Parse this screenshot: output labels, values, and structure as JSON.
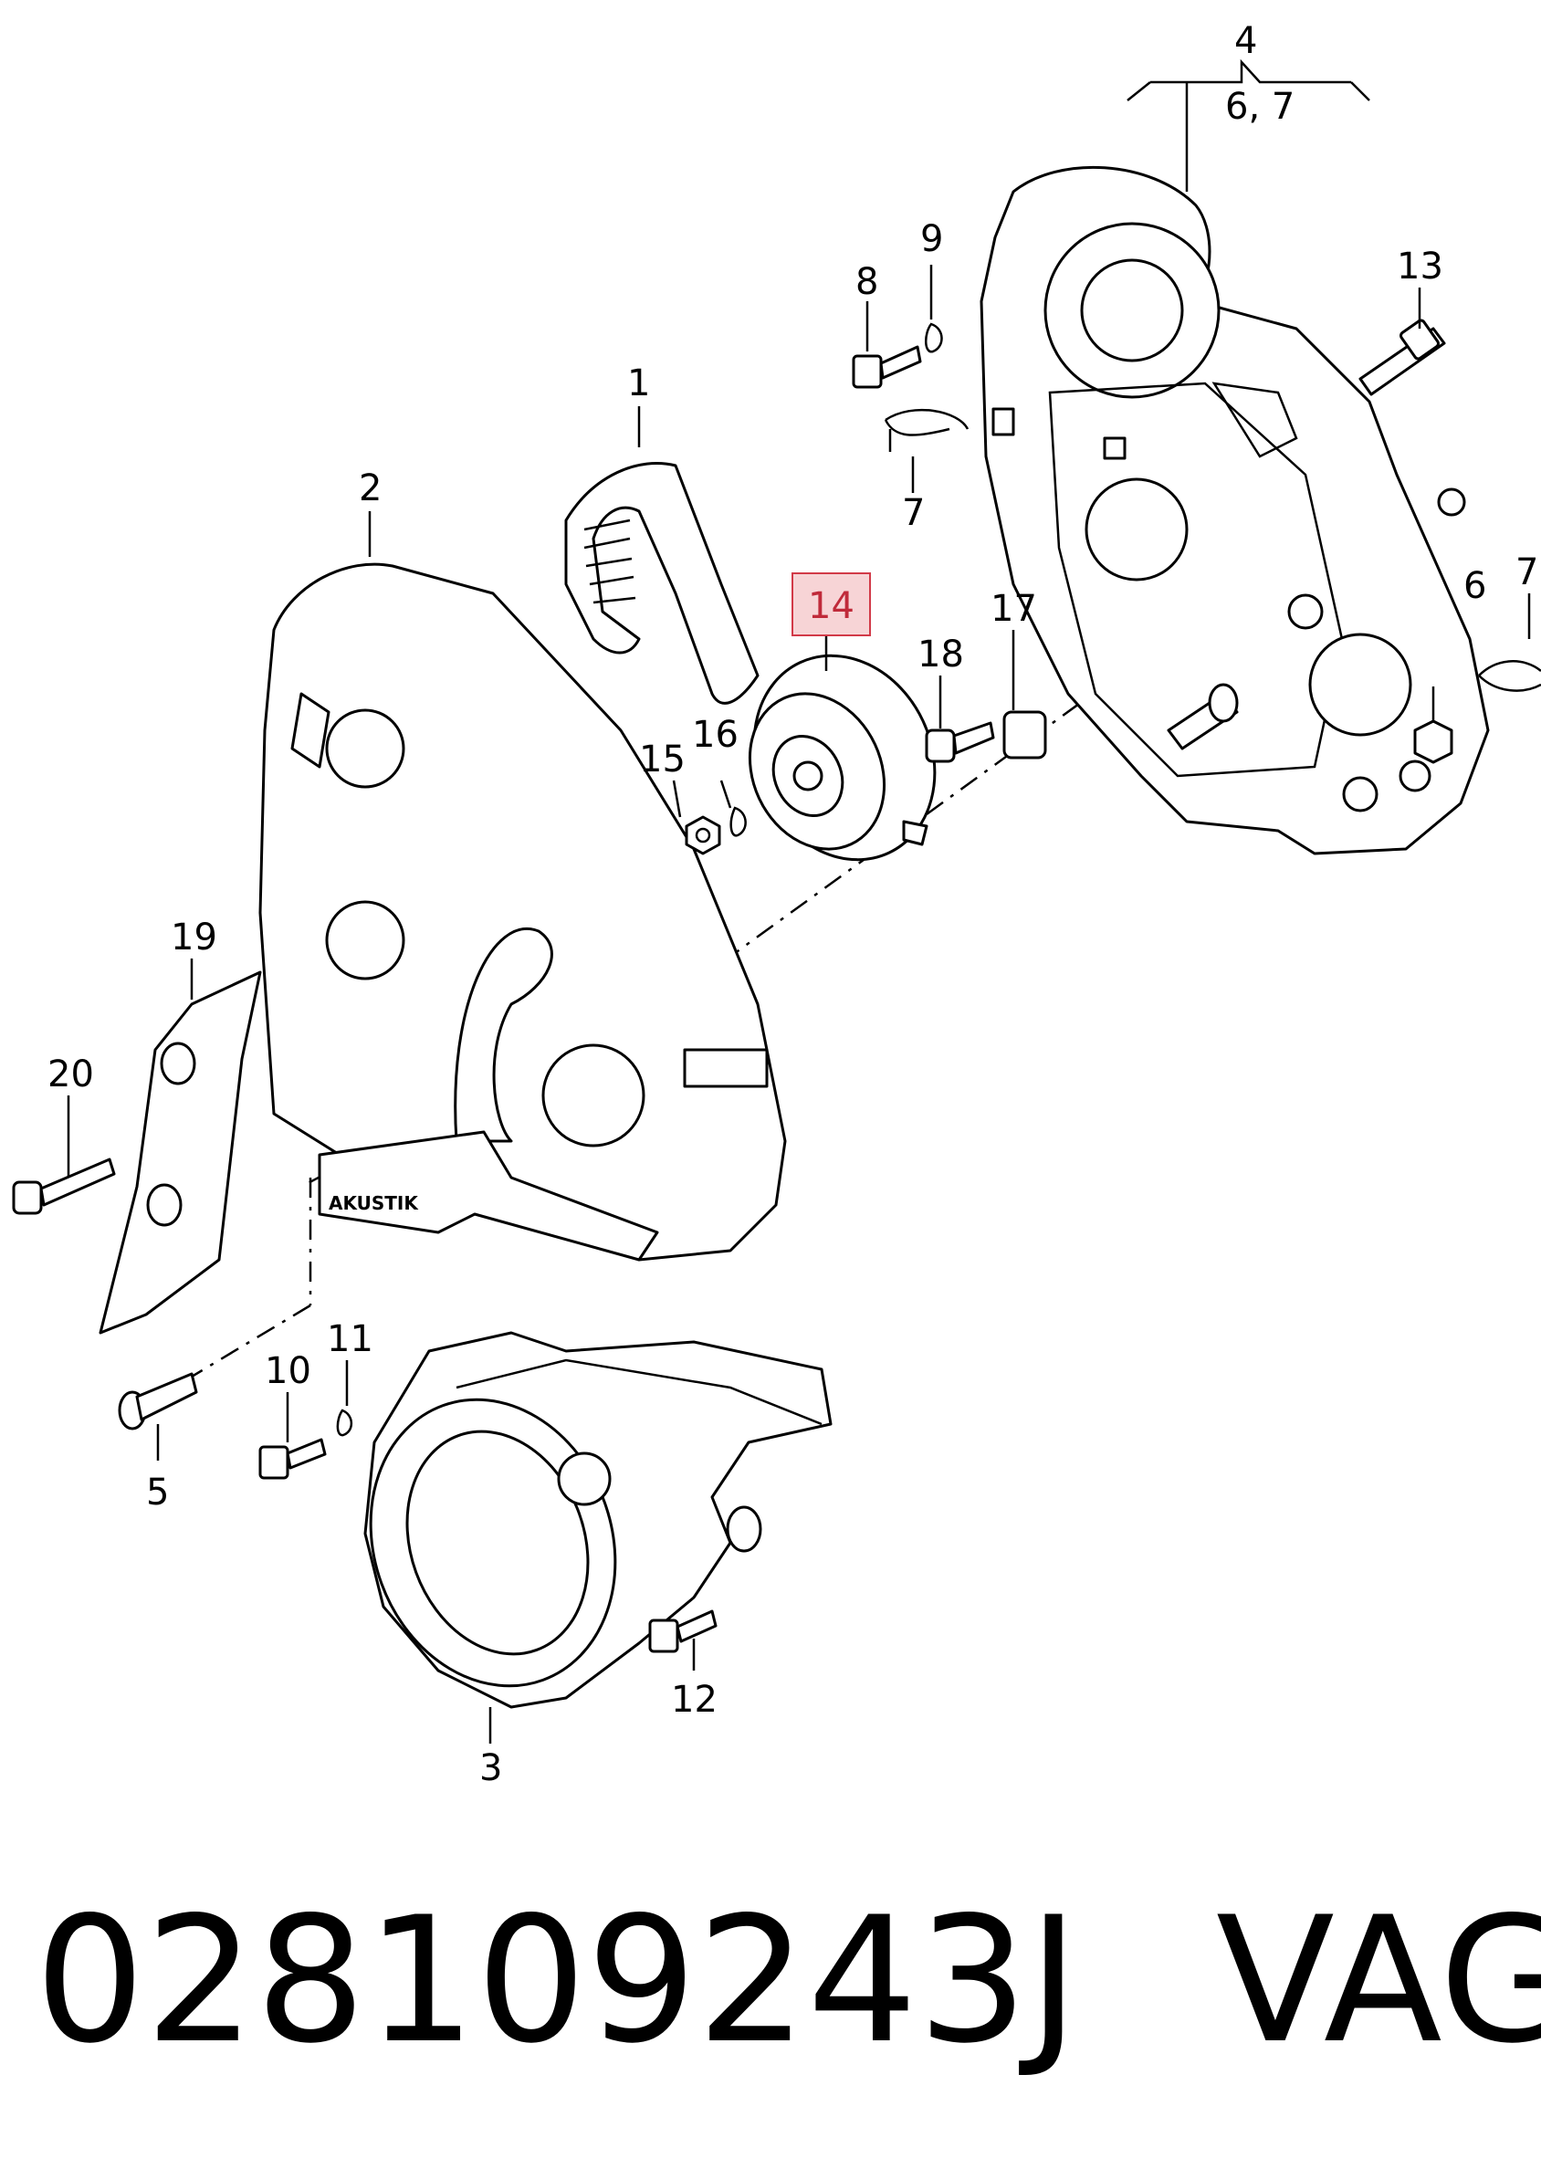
{
  "callouts": {
    "c1": "1",
    "c2": "2",
    "c3": "3",
    "c4": "4",
    "c4sub": "6, 7",
    "c5": "5",
    "c6": "6",
    "c7a": "7",
    "c7b": "7",
    "c8": "8",
    "c9": "9",
    "c10": "10",
    "c11": "11",
    "c12": "12",
    "c13": "13",
    "c14": "14",
    "c15": "15",
    "c16": "16",
    "c17": "17",
    "c18": "18",
    "c19": "19",
    "c20": "20"
  },
  "stamp": "AKUSTIK",
  "footer": {
    "part_number": "028109243J",
    "brand": "VAG"
  },
  "colors": {
    "highlight_fill": "#f7d4d6",
    "highlight_border": "#d23a48",
    "highlight_text": "#c02a3a"
  }
}
